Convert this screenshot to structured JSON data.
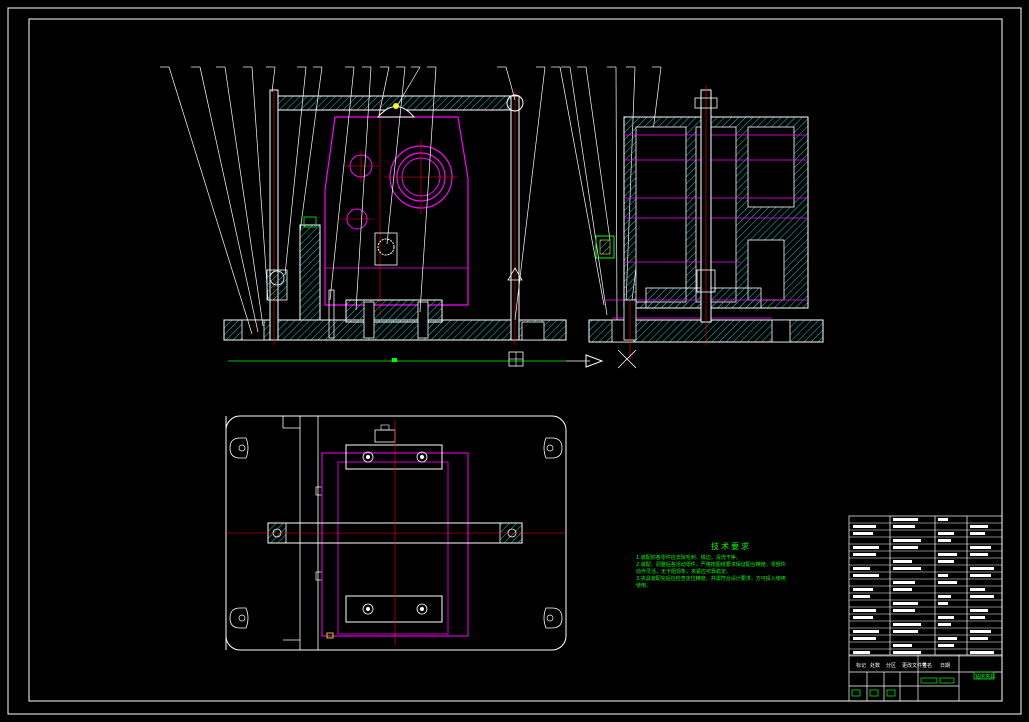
{
  "colors": {
    "background": "#000000",
    "frame": "#ffffff",
    "part_outline": "#ff00ff",
    "hatch": "#00cccc",
    "centerline": "#ff0000",
    "dimension": "#00ff00",
    "leader": "#ffffff"
  },
  "technical_requirements": {
    "title": "技术要求",
    "lines": [
      "1.装配前各零件应去除毛刺、锐边，清洗干净。",
      "2.装配、调整后各活动零件，严格按图纸要求保证配合精度，零部件",
      "  动作灵活，无卡阻现象，夹紧应可靠稳定。",
      "3.夹具装配完后应检查定位精度，并需符合设计要求，方可投入使用",
      "  使用。"
    ]
  },
  "title_block": {
    "drawing_name": "钻床夹具",
    "row_labels": [
      "标记",
      "处数",
      "分区",
      "更改文件号",
      "签名",
      "日期"
    ]
  }
}
